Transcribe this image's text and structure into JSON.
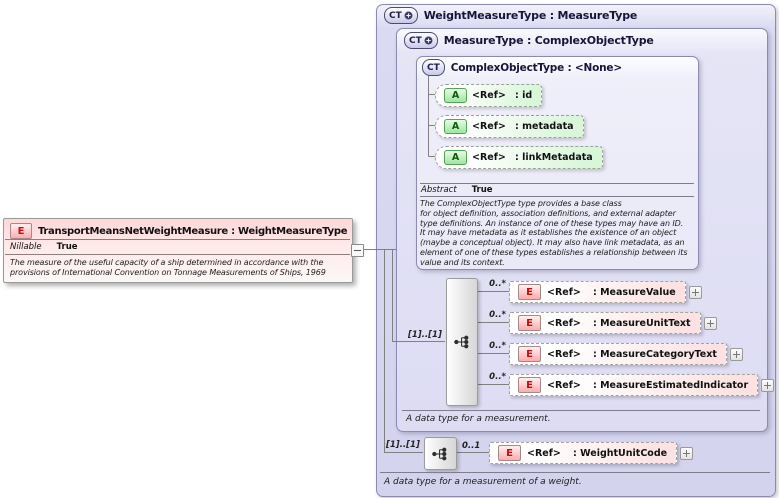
{
  "colors": {
    "box_lavender": "#d6d6f0",
    "attr_green": "#bfeebf",
    "element_pink": "#ffbdbd",
    "wire_gray": "#808080"
  },
  "element_box": {
    "badge": "E",
    "title": "TransportMeansNetWeightMeasure : WeightMeasureType",
    "nillable_label": "Nillable",
    "nillable_value": "True",
    "description_lines": [
      "The measure of the useful capacity of a ship determined in accordance with the",
      "provisions of International Convention on Tonnage Measurements of Ships, 1969"
    ]
  },
  "weight_measure_type": {
    "badge": "CT",
    "title": "WeightMeasureType : MeasureType",
    "footer": "A data type for a measurement of a weight.",
    "content_occurs": "[1]..[1]",
    "weight_unit_code": {
      "occurs": "0..1",
      "badge": "E",
      "ref": "<Ref>",
      "name": ": WeightUnitCode"
    }
  },
  "measure_type": {
    "badge": "CT",
    "title": "MeasureType : ComplexObjectType",
    "footer": "A data type for a measurement.",
    "content_occurs": "[1]..[1]",
    "elements": [
      {
        "occurs": "0..*",
        "badge": "E",
        "ref": "<Ref>",
        "name": ": MeasureValue"
      },
      {
        "occurs": "0..*",
        "badge": "E",
        "ref": "<Ref>",
        "name": ": MeasureUnitText"
      },
      {
        "occurs": "0..*",
        "badge": "E",
        "ref": "<Ref>",
        "name": ": MeasureCategoryText"
      },
      {
        "occurs": "0..*",
        "badge": "E",
        "ref": "<Ref>",
        "name": ": MeasureEstimatedIndicator"
      }
    ]
  },
  "complex_object_type": {
    "badge": "CT",
    "title": "ComplexObjectType : <None>",
    "attributes": [
      {
        "badge": "A",
        "ref": "<Ref>",
        "name": ": id"
      },
      {
        "badge": "A",
        "ref": "<Ref>",
        "name": ": metadata"
      },
      {
        "badge": "A",
        "ref": "<Ref>",
        "name": ": linkMetadata"
      }
    ],
    "abstract_label": "Abstract",
    "abstract_value": "True",
    "description_lines": [
      "The ComplexObjectType type provides a base class",
      "for object definition, association definitions, and external adapter",
      "type definitions. An instance of one of these types may have an ID.",
      "It may have metadata as it establishes the existence of an object",
      "(maybe a conceptual object). It may also have link metadata, as an",
      "element of one of these types establishes a relationship between its",
      "value and its context."
    ]
  }
}
